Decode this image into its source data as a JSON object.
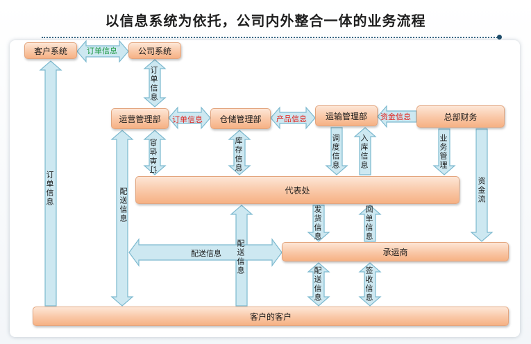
{
  "title": "以信息系统为依托，公司内外整合一体的业务流程",
  "colors": {
    "arrow_fill": "#cde8f1",
    "arrow_stroke": "#7cb9cf",
    "box_fill": "#f9c7a6",
    "label_red": "#e0201a",
    "label_green": "#1e9a43"
  },
  "boxes": {
    "customer_system": "客户系统",
    "company_system": "公司系统",
    "ops_dept": "运营管理部",
    "warehouse_dept": "仓储管理部",
    "transport_dept": "运输管理部",
    "finance": "总部财务",
    "agent": "代表处",
    "carrier": "承运商",
    "customers_customer": "客户的客户"
  },
  "labels": {
    "order_info_top": "订单信息",
    "order_info_company": "订单信息",
    "order_info_ops_wh": "订单信息",
    "product_info": "产品信息",
    "fund_info": "资金信息",
    "order_info_left": "订单信息",
    "order_info_ops_agent": "订单信息",
    "delivery_info_ops": "配送信息",
    "stock_info": "库存信息",
    "dispatch_info": "调度信息",
    "inbound_info": "入库信息",
    "business_mgmt": "业务管理",
    "fund_flow": "资金流",
    "ship_info": "发货信息",
    "receipt_info": "回单信息",
    "delivery_info_mid_h": "配送信息",
    "delivery_info_mid_v": "配送信息",
    "delivery_info_carrier": "配送信息",
    "sign_info": "签收信息"
  }
}
